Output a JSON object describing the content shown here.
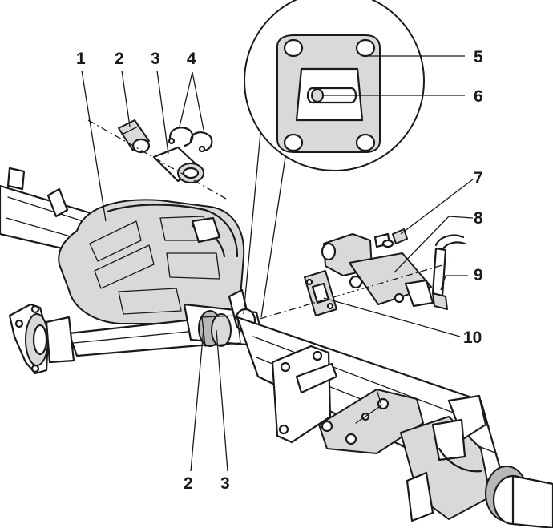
{
  "callouts": {
    "c1": "1",
    "c2_top": "2",
    "c3_top": "3",
    "c4": "4",
    "c5": "5",
    "c6": "6",
    "c7": "7",
    "c8": "8",
    "c9": "9",
    "c10": "10",
    "c2_bottom": "2",
    "c3_bottom": "3"
  }
}
